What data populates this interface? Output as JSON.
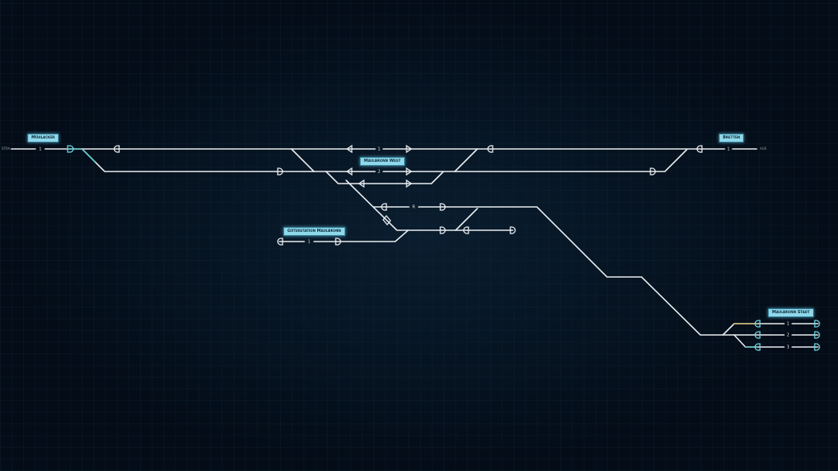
{
  "stations": {
    "left": "Mühlacker",
    "west": "Maulbronn West",
    "right": "Bretten",
    "yard": "Güterstation Maulbronn",
    "city": "Maulbronn Stadt"
  },
  "tracks": {
    "left_main": "1",
    "west_1": "1",
    "west_2": "2",
    "branch_r": "R",
    "yard_1": "1",
    "right_main": "1",
    "city_1": "1",
    "city_2": "2",
    "city_3": "3"
  },
  "exits": {
    "left": "STRA",
    "right": "AUS"
  }
}
